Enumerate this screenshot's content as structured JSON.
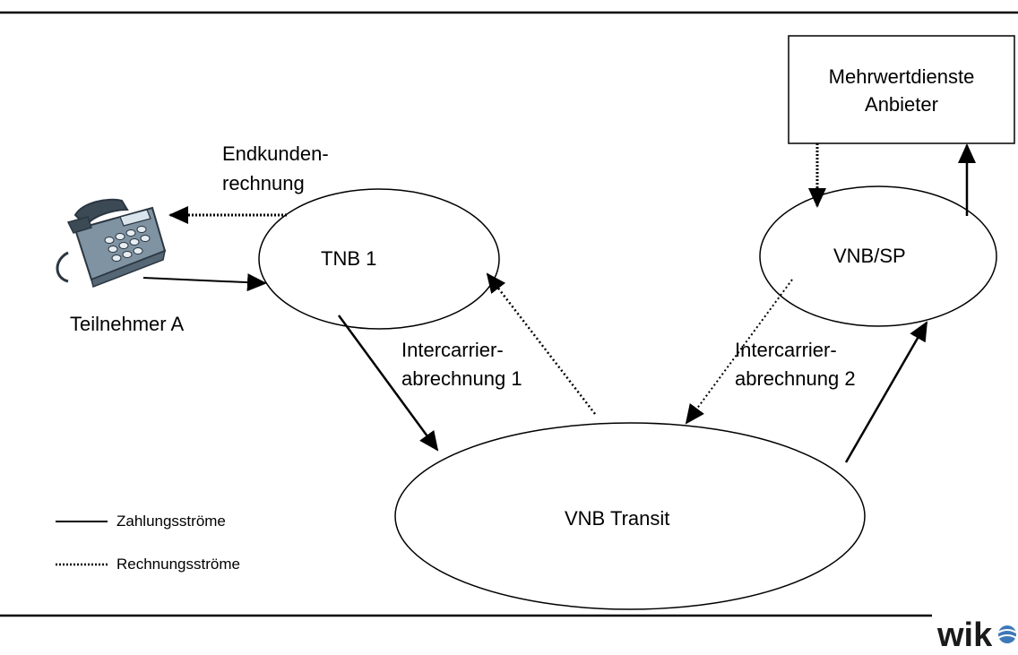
{
  "nodes": {
    "tnb1": "TNB 1",
    "vnb_sp": "VNB/SP",
    "vnb_transit": "VNB Transit",
    "mehrwert_line1": "Mehrwertdienste",
    "mehrwert_line2": "Anbieter"
  },
  "labels": {
    "teilnehmer": "Teilnehmer A",
    "endkunden_line1": "Endkunden-",
    "endkunden_line2": "rechnung",
    "intercarrier1_line1": "Intercarrier-",
    "intercarrier1_line2": "abrechnung 1",
    "intercarrier2_line1": "Intercarrier-",
    "intercarrier2_line2": "abrechnung 2"
  },
  "legend": {
    "payment": "Zahlungsströme",
    "invoice": "Rechnungsströme"
  },
  "logo_text": "wik",
  "icons": {
    "telephone": "telephone-icon"
  },
  "colors": {
    "line": "#000000",
    "phone_body": "#7f93a3",
    "phone_dark": "#2b3640"
  }
}
